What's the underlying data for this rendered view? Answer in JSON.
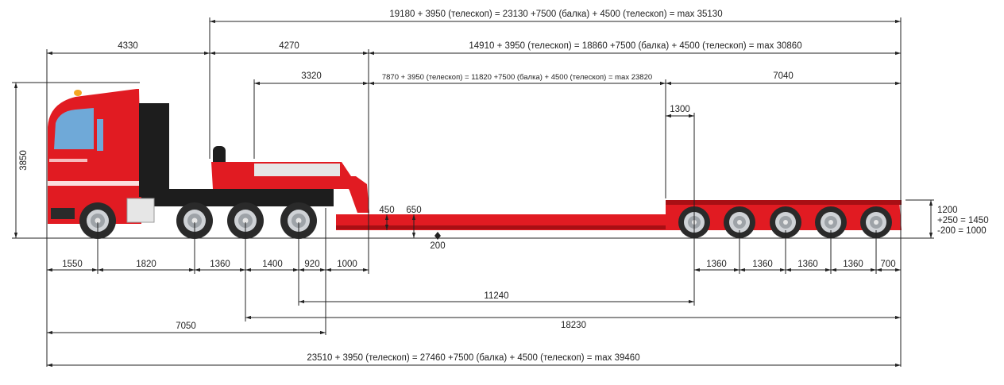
{
  "colors": {
    "body_red": "#e11b22",
    "dark_red": "#a80f14",
    "wheel_dark": "#2a2a2a",
    "wheel_rim": "#cfd2d6",
    "dim_line": "#222222",
    "chassis": "#1d1d1d"
  },
  "vehicle_icon": "tractor-with-lowbed-semitrailer",
  "top_dims": {
    "overall_top": "19180 + 3950 (телескоп) = 23130 +7500 (балка) + 4500 (телескоп) = max 35130",
    "cab_to_kingpin": "4330",
    "kingpin_to_neck": "4270",
    "deck_overall": "14910 + 3950 (телескоп) = 18860 +7500 (балка) + 4500 (телескоп) = max 30860",
    "gooseneck": "3320",
    "well_length": "7870 + 3950 (телескоп) = 11820 +7500 (балка) + 4500 (телескоп) = max 23820",
    "rear_section": "7040",
    "ramp_to_axle": "1300"
  },
  "heights": {
    "total_height": "3850",
    "deck_height_450": "450",
    "deck_height_650": "650",
    "ground_clearance": "200",
    "rear_height": "1200",
    "rear_plus": "+250 = 1450",
    "rear_minus": "-200 = 1000"
  },
  "bottom_dims": {
    "front_overhang": "1550",
    "wheelbase_1": "1820",
    "wheelbase_2": "1360",
    "wheelbase_3": "1400",
    "axle_to_coupling": "920",
    "coupling_to_deck": "1000",
    "rear_axles": [
      "1360",
      "1360",
      "1360",
      "1360"
    ],
    "rear_overhang": "700",
    "trailer_wheelbase": "11240",
    "tractor_length": "7050",
    "axle_span": "18230",
    "overall_bottom": "23510 + 3950 (телескоп) = 27460 +7500 (балка) + 4500 (телескоп) = max 39460"
  }
}
